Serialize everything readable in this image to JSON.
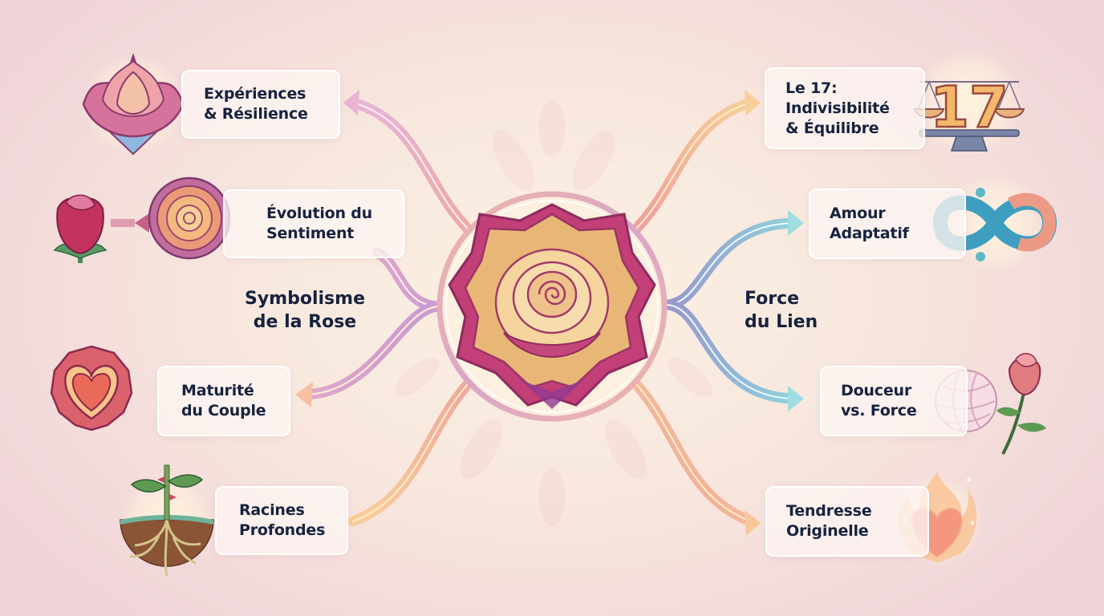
{
  "diagram": {
    "center": {
      "icon": "rose-icon",
      "label": ""
    },
    "branches": [
      {
        "id": "left",
        "title": "Symbolisme\nde la Rose",
        "connector_color": "#e6a3c4",
        "nodes": [
          {
            "label": "Expériences\n& Résilience",
            "icon": "lotus-rose-icon"
          },
          {
            "label": "Évolution du\nSentiment",
            "icon": "bud-to-bloom-icon"
          },
          {
            "label": "Maturité\ndu Couple",
            "icon": "heart-rose-icon"
          },
          {
            "label": "Racines\nProfondes",
            "icon": "roots-sprout-icon"
          }
        ]
      },
      {
        "id": "right",
        "title": "Force\ndu Lien",
        "connector_color": "#8cc8dc",
        "nodes": [
          {
            "label": "Le 17:\nIndivisibilité\n& Équilibre",
            "icon": "scale-17-icon"
          },
          {
            "label": "Amour\nAdaptatif",
            "icon": "infinity-icon"
          },
          {
            "label": "Douceur\nvs. Force",
            "icon": "yarn-and-rose-icon"
          },
          {
            "label": "Tendresse\nOriginelle",
            "icon": "flame-heart-icon"
          }
        ]
      }
    ]
  },
  "colors": {
    "text": "#16223f",
    "rose_magenta": "#c3407a",
    "rose_cream": "#f6d9a5",
    "connector_pink": "#e6a3c4",
    "connector_peach": "#f3b98a",
    "connector_blue": "#7fb7d8",
    "background": "#f8e8de"
  }
}
